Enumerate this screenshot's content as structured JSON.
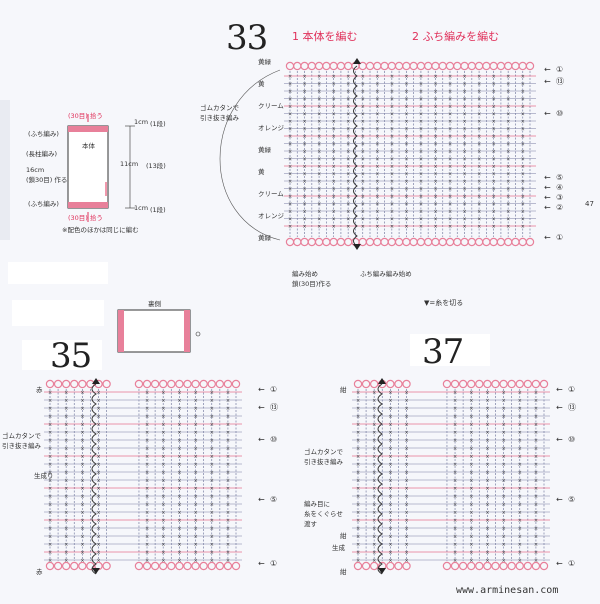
{
  "page_number": "47",
  "watermark": "www.arminesan.com",
  "cut_yarn_note": "▼=糸を切る",
  "d33": {
    "number": "33",
    "step1": "1  本体を編む",
    "step2": "2  ふち編みを編む",
    "rows": [
      "黄緑",
      "黄",
      "クリーム",
      "オレンジ",
      "黄緑",
      "黄",
      "クリーム",
      "オレンジ",
      "黄緑"
    ],
    "rows_label_positions": [
      0,
      1,
      2,
      3,
      4,
      5,
      6,
      7,
      8
    ],
    "left_note": "ゴムカタンで\n引き抜き編み",
    "bottom_note_1": "編み始め\n鎖(30目)作る",
    "bottom_note_2": "ふち編み編み始め",
    "row_numbers": [
      "①",
      "⑬",
      "⑩",
      "⑤",
      "④",
      "③",
      "②",
      "①"
    ]
  },
  "schematic": {
    "top_label": "(30目) 拾う",
    "bottom_label": "(30目) 拾う",
    "fuchi_top": "(ふち編み)",
    "body": "本体",
    "long_stitch": "(長柱編み)",
    "width": "16cm\n(鎖30目) 作る",
    "fuchi_bottom": "(ふち編み)",
    "height_total": "11cm",
    "rows_total": "(13段)",
    "edge_top": "1cm",
    "edge_top_rows": "(1段)",
    "edge_bottom": "1cm",
    "edge_bottom_rows": "(1段)",
    "color_note": "※配色のほかは同じに編む"
  },
  "back_view": {
    "label": "裏側"
  },
  "d35": {
    "number": "35",
    "top_color": "赤",
    "bottom_color": "赤",
    "left_note": "ゴムカタンで\n引き抜き編み",
    "body_label": "生成り",
    "row_numbers": [
      "①",
      "⑬",
      "⑩",
      "⑤",
      "①"
    ]
  },
  "d37": {
    "number": "37",
    "top_color": "紺",
    "bottom_color": "紺",
    "mid_color": "紺",
    "body_label": "生成",
    "left_note": "ゴムカタンで\n引き抜き編み",
    "left_note_2": "編み目に\n糸をくぐらせ\n渡す",
    "row_numbers": [
      "①",
      "⑬",
      "⑩",
      "⑤",
      "①"
    ]
  },
  "colors": {
    "pink": "#e8809a",
    "red": "#e0305a",
    "grid": "#7a7fa3"
  }
}
